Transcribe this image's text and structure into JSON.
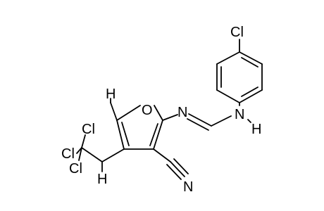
{
  "structure": {
    "atoms": {
      "cl_top": "Cl",
      "nh_n": "N",
      "nh_h": "H",
      "imine_n": "N",
      "ring_o": "O",
      "methyl_h": "H",
      "cl_a": "Cl",
      "cl_b": "Cl",
      "cl_c": "Cl",
      "ch2_h": "H",
      "nitrile_n": "N"
    },
    "colors": {
      "ink": "#000000",
      "background": "#ffffff"
    }
  }
}
